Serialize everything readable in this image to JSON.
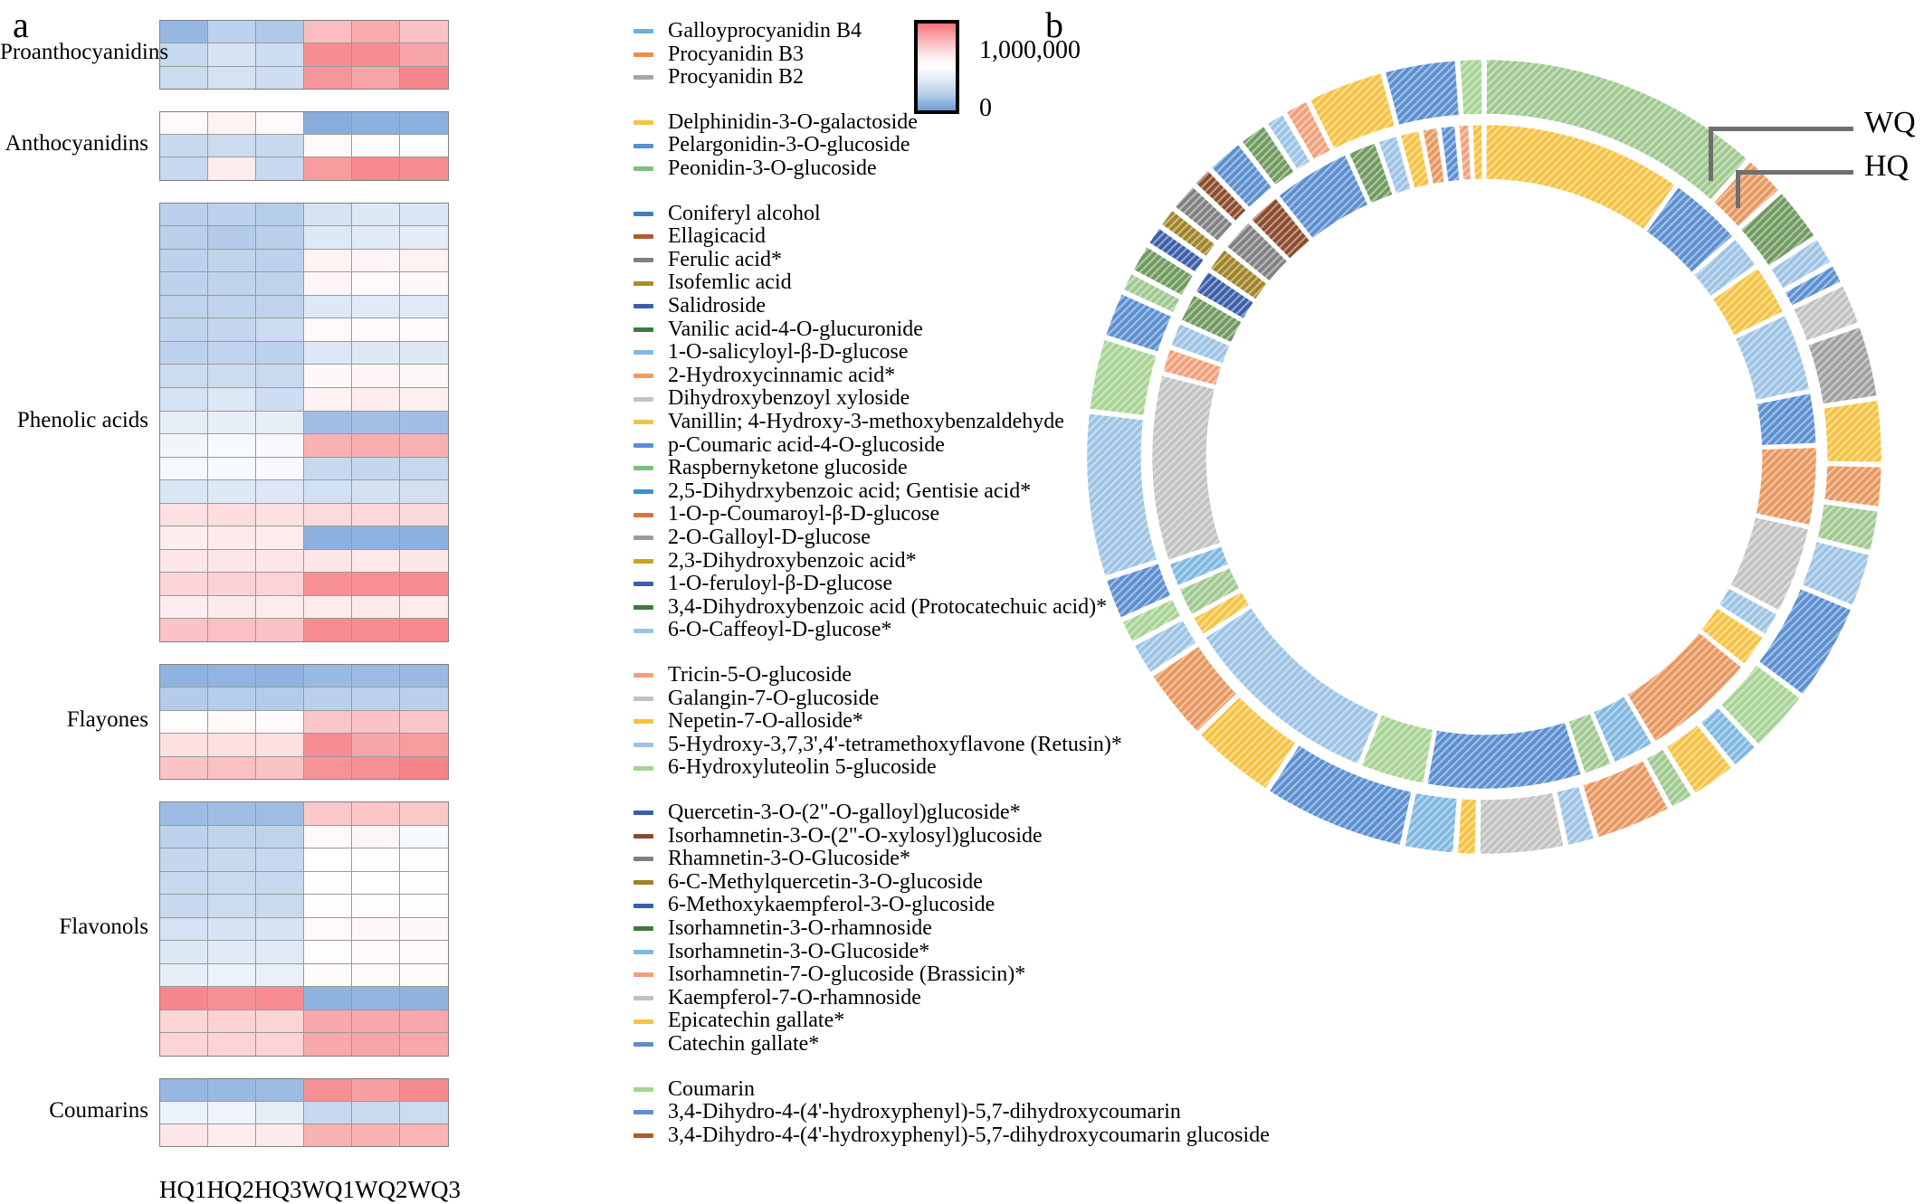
{
  "panels": {
    "a_letter": "a",
    "b_letter": "b"
  },
  "colorbar": {
    "max_label": "1,000,000",
    "min_label": "0",
    "high_color": "#f4696f",
    "low_color": "#5b8fd0",
    "mid_color": "#ffffff"
  },
  "axis": {
    "columns": [
      "HQ1",
      "HQ2",
      "HQ3",
      "WQ1",
      "WQ2",
      "WQ3"
    ]
  },
  "callouts": [
    {
      "label": "WQ"
    },
    {
      "label": "HQ"
    }
  ],
  "chart_data": {
    "type": "heatmap",
    "title": "",
    "xlabel": "",
    "ylabel": "",
    "colorbar": {
      "min": 0,
      "max": 1000000,
      "low_color": "#5b8fd0",
      "high_color": "#f4696f"
    },
    "columns": [
      "HQ1",
      "HQ2",
      "HQ3",
      "WQ1",
      "WQ2",
      "WQ3"
    ],
    "groups": [
      {
        "name": "Proanthocyanidins",
        "rows": [
          {
            "label": "Galloyprocyanidin B4",
            "swatch": "#6ab0de",
            "values": [
              180000,
              300000,
              260000,
              720000,
              780000,
              700000
            ]
          },
          {
            "label": "Procyanidin B3",
            "swatch": "#ee8b4e",
            "values": [
              330000,
              380000,
              350000,
              880000,
              880000,
              800000
            ]
          },
          {
            "label": "Procyanidin B2",
            "swatch": "#a6a6a6",
            "values": [
              340000,
              370000,
              350000,
              850000,
              800000,
              900000
            ]
          }
        ]
      },
      {
        "name": "Anthocyanidins",
        "rows": [
          {
            "label": "Delphinidin-3-O-galactoside",
            "swatch": "#f5c342",
            "values": [
              520000,
              540000,
              520000,
              140000,
              150000,
              150000
            ]
          },
          {
            "label": "Pelargonidin-3-O-glucoside",
            "swatch": "#5b8fd0",
            "values": [
              330000,
              340000,
              330000,
              520000,
              510000,
              505000
            ]
          },
          {
            "label": "Peonidin-3-O-glucoside",
            "swatch": "#7ac17a",
            "values": [
              330000,
              560000,
              330000,
              830000,
              890000,
              880000
            ]
          }
        ]
      },
      {
        "name": "Phenolic acids",
        "rows": [
          {
            "label": "Coniferyl alcohol",
            "swatch": "#3d7fbf",
            "values": [
              290000,
              300000,
              280000,
              380000,
              400000,
              390000
            ]
          },
          {
            "label": "Ellagicacid",
            "swatch": "#b5562e",
            "values": [
              290000,
              270000,
              290000,
              400000,
              410000,
              415000
            ]
          },
          {
            "label": "Ferulic acid*",
            "swatch": "#808080",
            "values": [
              300000,
              310000,
              300000,
              540000,
              530000,
              545000
            ]
          },
          {
            "label": "Isofemlic acid",
            "swatch": "#b08c2a",
            "values": [
              300000,
              310000,
              305000,
              530000,
              520000,
              525000
            ]
          },
          {
            "label": "Salidroside",
            "swatch": "#3b5ea8",
            "values": [
              305000,
              310000,
              305000,
              400000,
              410000,
              405000
            ]
          },
          {
            "label": "Vanilic acid-4-O-glucuronide",
            "swatch": "#3f7a3a",
            "values": [
              310000,
              320000,
              340000,
              520000,
              515000,
              520000
            ]
          },
          {
            "label": "1-O-salicyloyl-β-D-glucose",
            "swatch": "#7fb8e0",
            "values": [
              300000,
              310000,
              300000,
              395000,
              400000,
              398000
            ]
          },
          {
            "label": "2-Hydroxycinnamic acid*",
            "swatch": "#ef9a63",
            "values": [
              340000,
              345000,
              335000,
              525000,
              530000,
              528000
            ]
          },
          {
            "label": "Dihydroxybenzoyl xyloside",
            "swatch": "#c2c2c2",
            "values": [
              370000,
              400000,
              350000,
              545000,
              560000,
              555000
            ]
          },
          {
            "label": "Vanillin; 4-Hydroxy-3-methoxybenzaldehyde",
            "swatch": "#f5c342",
            "values": [
              420000,
              430000,
              425000,
              210000,
              215000,
              212000
            ]
          },
          {
            "label": "p-Coumaric acid-4-O-glucoside",
            "swatch": "#5b8fd0",
            "values": [
              460000,
              480000,
              475000,
              760000,
              770000,
              765000
            ]
          },
          {
            "label": "Raspbernyketone glucoside",
            "swatch": "#7ac17a",
            "values": [
              470000,
              480000,
              475000,
              330000,
              320000,
              325000
            ]
          },
          {
            "label": "2,5-Dihydrxybenzoic acid; Gentisie acid*",
            "swatch": "#3d8fd0",
            "values": [
              390000,
              400000,
              395000,
              360000,
              365000,
              362000
            ]
          },
          {
            "label": "1-O-p-Coumaroyl-β-D-glucose",
            "swatch": "#d4763f",
            "values": [
              600000,
              610000,
              605000,
              620000,
              630000,
              625000
            ]
          },
          {
            "label": "2-O-Galloyl-D-glucose",
            "swatch": "#9a9a9a",
            "values": [
              560000,
              570000,
              565000,
              150000,
              155000,
              152000
            ]
          },
          {
            "label": "2,3-Dihydroxybenzoic acid*",
            "swatch": "#c9a227",
            "values": [
              580000,
              585000,
              582000,
              580000,
              575000,
              578000
            ]
          },
          {
            "label": "1-O-feruloyl-β-D-glucose",
            "swatch": "#3b5ea8",
            "values": [
              640000,
              650000,
              645000,
              870000,
              875000,
              880000
            ]
          },
          {
            "label": "3,4-Dihydroxybenzoic acid (Protocatechuic acid)*",
            "swatch": "#3f7a3a",
            "values": [
              560000,
              570000,
              565000,
              565000,
              570000,
              568000
            ]
          },
          {
            "label": "6-O-Caffeoyl-D-glucose*",
            "swatch": "#9cc3e4",
            "values": [
              700000,
              710000,
              705000,
              880000,
              885000,
              890000
            ]
          }
        ]
      },
      {
        "name": "Flayones",
        "rows": [
          {
            "label": "Tricin-5-O-glucoside",
            "swatch": "#f0a07a",
            "values": [
              160000,
              165000,
              162000,
              190000,
              195000,
              192000
            ]
          },
          {
            "label": "Galangin-7-O-glucoside",
            "swatch": "#c2c2c2",
            "values": [
              270000,
              275000,
              272000,
              290000,
              295000,
              292000
            ]
          },
          {
            "label": "Nepetin-7-O-alloside*",
            "swatch": "#f5c342",
            "values": [
              510000,
              520000,
              515000,
              690000,
              700000,
              695000
            ]
          },
          {
            "label": "5-Hydroxy-3,7,3',4'-tetramethoxyflavone (Retusin)*",
            "swatch": "#9cc3e4",
            "values": [
              600000,
              605000,
              602000,
              880000,
              800000,
              830000
            ]
          },
          {
            "label": "6-Hydroxyluteolin 5-glucoside",
            "swatch": "#a7d394",
            "values": [
              700000,
              710000,
              705000,
              860000,
              870000,
              910000
            ]
          }
        ]
      },
      {
        "name": "Flavonols",
        "rows": [
          {
            "label": "Quercetin-3-O-(2\"-O-galloyl)glucoside*",
            "swatch": "#3b5ea8",
            "values": [
              200000,
              210000,
              205000,
              680000,
              690000,
              685000
            ]
          },
          {
            "label": "Isorhamnetin-3-O-(2\"-O-xylosyl)glucoside",
            "swatch": "#8b4a2b",
            "values": [
              300000,
              310000,
              305000,
              520000,
              530000,
              480000
            ]
          },
          {
            "label": "Rhamnetin-3-O-Glucoside*",
            "swatch": "#808080",
            "values": [
              320000,
              330000,
              325000,
              500000,
              505000,
              502000
            ]
          },
          {
            "label": "6-C-Methylquercetin-3-O-glucoside",
            "swatch": "#a08326",
            "values": [
              330000,
              335000,
              332000,
              505000,
              500000,
              503000
            ]
          },
          {
            "label": "6-Methoxykaempferol-3-O-glucoside",
            "swatch": "#3b5ea8",
            "values": [
              330000,
              340000,
              335000,
              505000,
              510000,
              508000
            ]
          },
          {
            "label": "Isorhamnetin-3-O-rhamnoside",
            "swatch": "#3f7a3a",
            "values": [
              370000,
              380000,
              375000,
              520000,
              525000,
              522000
            ]
          },
          {
            "label": "Isorhamnetin-3-O-Glucoside*",
            "swatch": "#7fb8e0",
            "values": [
              400000,
              410000,
              405000,
              510000,
              515000,
              512000
            ]
          },
          {
            "label": "Isorhamnetin-7-O-glucoside (Brassicin)*",
            "swatch": "#f0a07a",
            "values": [
              430000,
              440000,
              435000,
              515000,
              520000,
              518000
            ]
          },
          {
            "label": "Kaempferol-7-O-rhamnoside",
            "swatch": "#c2c2c2",
            "values": [
              900000,
              870000,
              880000,
              160000,
              165000,
              162000
            ]
          },
          {
            "label": "Epicatechin gallate*",
            "swatch": "#f5c342",
            "values": [
              640000,
              650000,
              645000,
              790000,
              795000,
              792000
            ]
          },
          {
            "label": "Catechin gallate*",
            "swatch": "#5b8fd0",
            "values": [
              640000,
              645000,
              642000,
              790000,
              800000,
              795000
            ]
          }
        ]
      },
      {
        "name": "Coumarins",
        "rows": [
          {
            "label": "Coumarin",
            "swatch": "#a7d394",
            "values": [
              180000,
              190000,
              195000,
              870000,
              820000,
              890000
            ]
          },
          {
            "label": "3,4-Dihydro-4-(4'-hydroxyphenyl)-5,7-dihydroxycoumarin",
            "swatch": "#5b8fd0",
            "values": [
              440000,
              450000,
              420000,
              330000,
              335000,
              340000
            ]
          },
          {
            "label": "3,4-Dihydro-4-(4'-hydroxyphenyl)-5,7-dihydroxycoumarin glucoside",
            "swatch": "#b5562e",
            "values": [
              580000,
              560000,
              570000,
              760000,
              755000,
              750000
            ]
          }
        ]
      }
    ]
  },
  "donut_data": {
    "type": "pie",
    "description": "Two concentric ring charts; outer ring = WQ, inner ring = HQ",
    "outer_ring_label": "WQ",
    "inner_ring_label": "HQ",
    "outer": [
      {
        "color": "#9fc88f",
        "value": 13.0
      },
      {
        "color": "#e8975f",
        "value": 2.0
      },
      {
        "color": "#6f9a5e",
        "value": 2.6
      },
      {
        "color": "#9cc3e4",
        "value": 1.4
      },
      {
        "color": "#5b8fd0",
        "value": 1.0
      },
      {
        "color": "#c2c2c2",
        "value": 2.0
      },
      {
        "color": "#a0a0a0",
        "value": 3.4
      },
      {
        "color": "#f5c342",
        "value": 3.0
      },
      {
        "color": "#e8975f",
        "value": 2.0
      },
      {
        "color": "#9fc88f",
        "value": 2.0
      },
      {
        "color": "#9cc3e4",
        "value": 2.6
      },
      {
        "color": "#5b8fd0",
        "value": 4.6
      },
      {
        "color": "#a7d394",
        "value": 3.0
      },
      {
        "color": "#7fb8e0",
        "value": 1.4
      },
      {
        "color": "#f5c342",
        "value": 2.2
      },
      {
        "color": "#9fc88f",
        "value": 1.2
      },
      {
        "color": "#e8975f",
        "value": 3.6
      },
      {
        "color": "#9cc3e4",
        "value": 1.4
      },
      {
        "color": "#c2c2c2",
        "value": 4.0
      },
      {
        "color": "#f5c342",
        "value": 1.0
      },
      {
        "color": "#7fb8e0",
        "value": 2.4
      },
      {
        "color": "#5b8fd0",
        "value": 6.6
      },
      {
        "color": "#f5c342",
        "value": 4.0
      },
      {
        "color": "#e8975f",
        "value": 3.4
      },
      {
        "color": "#9cc3e4",
        "value": 1.6
      },
      {
        "color": "#a7d394",
        "value": 1.2
      },
      {
        "color": "#5b8fd0",
        "value": 2.0
      },
      {
        "color": "#9cc3e4",
        "value": 7.6
      },
      {
        "color": "#a7d394",
        "value": 3.4
      },
      {
        "color": "#5b8fd0",
        "value": 2.2
      },
      {
        "color": "#9fc88f",
        "value": 1.0
      },
      {
        "color": "#6f9a5e",
        "value": 1.4
      },
      {
        "color": "#3b5ea8",
        "value": 1.0
      },
      {
        "color": "#a08326",
        "value": 1.0
      },
      {
        "color": "#808080",
        "value": 1.4
      },
      {
        "color": "#8b4a2b",
        "value": 1.0
      },
      {
        "color": "#5b8fd0",
        "value": 1.8
      },
      {
        "color": "#6f9a5e",
        "value": 1.4
      },
      {
        "color": "#9cc3e4",
        "value": 1.0
      },
      {
        "color": "#f0a07a",
        "value": 1.2
      },
      {
        "color": "#f5c342",
        "value": 3.6
      },
      {
        "color": "#5b8fd0",
        "value": 3.4
      },
      {
        "color": "#a7d394",
        "value": 1.2
      }
    ],
    "inner": [
      {
        "color": "#f5c342",
        "value": 9.0
      },
      {
        "color": "#5b8fd0",
        "value": 3.4
      },
      {
        "color": "#9cc3e4",
        "value": 1.6
      },
      {
        "color": "#f5c342",
        "value": 2.4
      },
      {
        "color": "#9cc3e4",
        "value": 3.6
      },
      {
        "color": "#5b8fd0",
        "value": 2.4
      },
      {
        "color": "#e8975f",
        "value": 3.6
      },
      {
        "color": "#c2c2c2",
        "value": 4.0
      },
      {
        "color": "#9cc3e4",
        "value": 1.2
      },
      {
        "color": "#f5c342",
        "value": 1.6
      },
      {
        "color": "#e8975f",
        "value": 5.2
      },
      {
        "color": "#7fb8e0",
        "value": 2.0
      },
      {
        "color": "#9fc88f",
        "value": 1.4
      },
      {
        "color": "#5b8fd0",
        "value": 7.0
      },
      {
        "color": "#a7d394",
        "value": 3.0
      },
      {
        "color": "#9cc3e4",
        "value": 9.0
      },
      {
        "color": "#f5c342",
        "value": 1.0
      },
      {
        "color": "#9fc88f",
        "value": 1.4
      },
      {
        "color": "#7fb8e0",
        "value": 1.2
      },
      {
        "color": "#c2c2c2",
        "value": 8.4
      },
      {
        "color": "#f0a07a",
        "value": 1.2
      },
      {
        "color": "#9cc3e4",
        "value": 1.2
      },
      {
        "color": "#6f9a5e",
        "value": 1.4
      },
      {
        "color": "#3b5ea8",
        "value": 1.2
      },
      {
        "color": "#a08326",
        "value": 1.2
      },
      {
        "color": "#808080",
        "value": 1.6
      },
      {
        "color": "#8b4a2b",
        "value": 1.6
      },
      {
        "color": "#5b8fd0",
        "value": 3.6
      },
      {
        "color": "#6f9a5e",
        "value": 1.4
      },
      {
        "color": "#9cc3e4",
        "value": 1.0
      },
      {
        "color": "#f5c342",
        "value": 1.0
      },
      {
        "color": "#e8975f",
        "value": 0.8
      },
      {
        "color": "#5b8fd0",
        "value": 0.8
      },
      {
        "color": "#f0a07a",
        "value": 0.6
      },
      {
        "color": "#f5c342",
        "value": 0.6
      }
    ]
  }
}
